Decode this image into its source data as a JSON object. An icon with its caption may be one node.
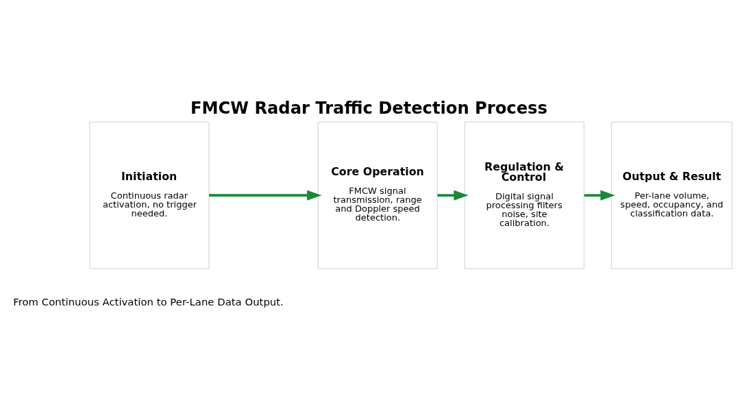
{
  "diagram": {
    "title": "FMCW Radar Traffic Detection Process",
    "nodes": [
      {
        "text": [
          "Initiation",
          "Continuous radar activation, no trigger needed."
        ]
      },
      {
        "text": [
          "Core Operation",
          "FMCW signal transmission, range and Doppler speed detection."
        ]
      },
      {
        "text": [
          "Regulation & Control",
          "Digital signal processing filters noise, site calibration."
        ]
      },
      {
        "text": [
          "Output & Result",
          "Per-lane volume, speed, occupancy, and classification data."
        ]
      }
    ],
    "edges": [
      {
        "from": 0,
        "to": 1,
        "arrow": "to"
      },
      {
        "from": 1,
        "to": 2,
        "arrow": "to"
      },
      {
        "from": 2,
        "to": 3,
        "arrow": "to"
      }
    ],
    "labels": [
      "From Continuous Activation to Per-Lane Data Output."
    ]
  }
}
